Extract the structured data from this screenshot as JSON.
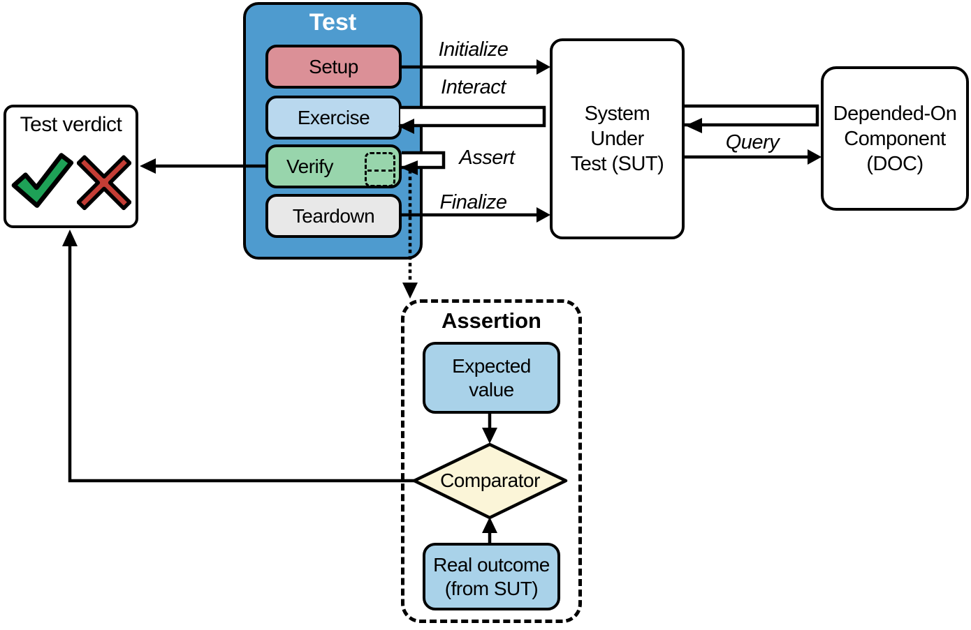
{
  "colors": {
    "container_blue": "#4e9bcf",
    "setup_pink": "#db9097",
    "exercise_blue": "#b9d8ee",
    "verify_green": "#98d5ac",
    "teardown_gray": "#e8e8e8",
    "value_blue": "#a9d2e9",
    "comparator_yellow": "#fbf5d8",
    "check_green": "#1ea157",
    "cross_red": "#c43d35",
    "line_black": "#000000"
  },
  "verdict": {
    "title": "Test verdict"
  },
  "test": {
    "title": "Test",
    "phases": [
      "Setup",
      "Exercise",
      "Verify",
      "Teardown"
    ]
  },
  "arrows": {
    "initialize": "Initialize",
    "interact": "Interact",
    "assert": "Assert",
    "finalize": "Finalize",
    "query": "Query"
  },
  "sut": {
    "label": "System\nUnder\nTest (SUT)"
  },
  "doc": {
    "label": "Depended-On\nComponent\n(DOC)"
  },
  "assertion": {
    "title": "Assertion",
    "expected": "Expected\nvalue",
    "comparator": "Comparator",
    "real": "Real outcome\n(from SUT)"
  }
}
